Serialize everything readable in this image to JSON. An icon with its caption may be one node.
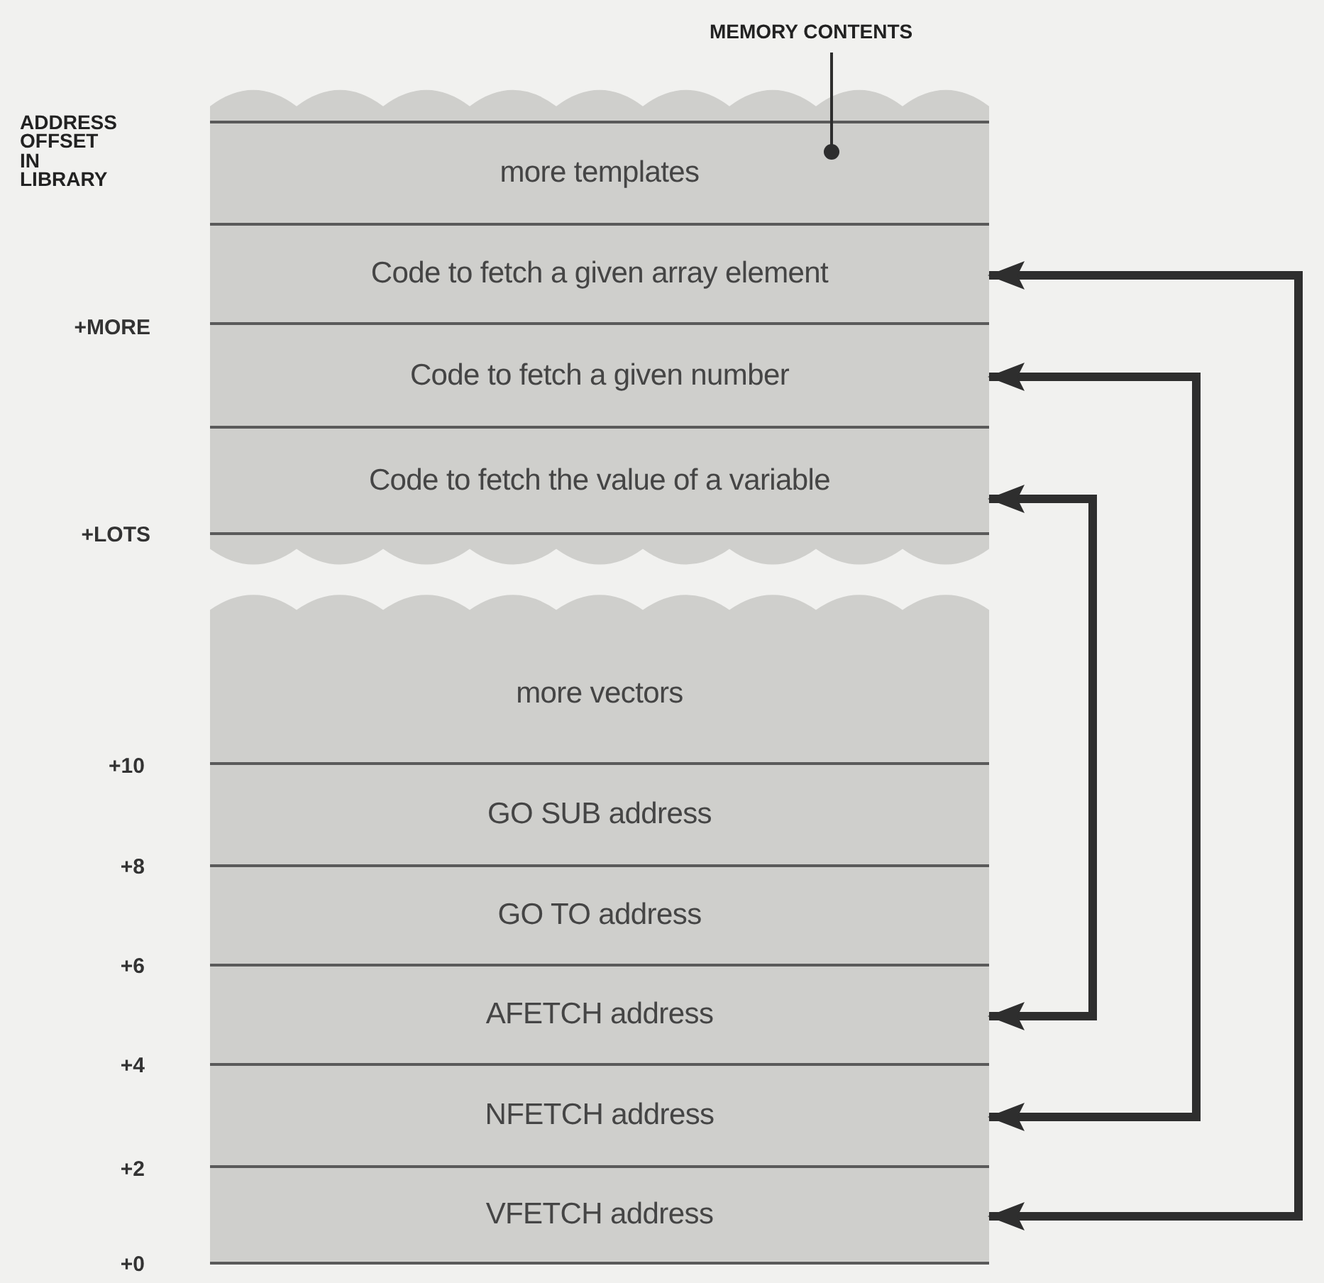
{
  "diagram": {
    "nodes": [
      {
        "text": [
          "MEMORY CONTENTS"
        ]
      },
      {
        "text": [
          "more templates"
        ]
      },
      {
        "text": [
          "Code to fetch a given array element"
        ]
      },
      {
        "text": [
          "Code to fetch a given number"
        ]
      },
      {
        "text": [
          "Code to fetch the value of a variable"
        ]
      },
      {
        "text": [
          "more vectors"
        ]
      },
      {
        "text": [
          "GO SUB address"
        ]
      },
      {
        "text": [
          "GO TO address"
        ]
      },
      {
        "text": [
          "AFETCH address"
        ]
      },
      {
        "text": [
          "NFETCH address"
        ]
      },
      {
        "text": [
          "VFETCH address"
        ]
      }
    ],
    "edges": [
      {
        "from": 0,
        "to": 1,
        "arrow": "other"
      },
      {
        "from": 8,
        "to": 4,
        "arrow": "both"
      },
      {
        "from": 9,
        "to": 3,
        "arrow": "both"
      },
      {
        "from": 10,
        "to": 2,
        "arrow": "both"
      }
    ],
    "labels": [
      "ADDRESS OFFSET IN LIBRARY",
      "+MORE",
      "+LOTS",
      "+10",
      "+8",
      "+6",
      "+4",
      "+2",
      "+0"
    ]
  }
}
